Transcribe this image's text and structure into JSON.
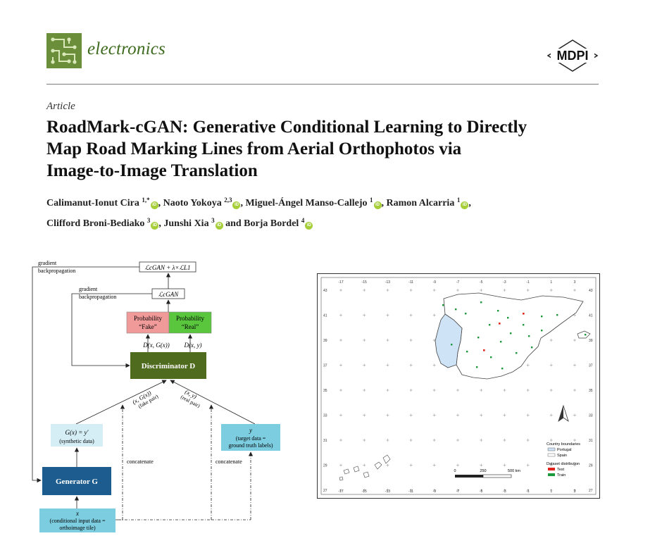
{
  "journal": {
    "name": "electronics",
    "publisher": "MDPI"
  },
  "article_type": "Article",
  "title_lines": [
    "RoadMark-cGAN: Generative Conditional Learning to Directly",
    "Map Road Marking Lines from Aerial Orthophotos via",
    "Image-to-Image Translation"
  ],
  "authors": [
    {
      "name": "Calimanut-Ionut Cira",
      "sup": "1,*"
    },
    {
      "name": "Naoto Yokoya",
      "sup": "2,3"
    },
    {
      "name": "Miguel-Ángel Manso-Callejo",
      "sup": "1"
    },
    {
      "name": "Ramon Alcarria",
      "sup": "1"
    },
    {
      "name": "Clifford Broni-Bediako",
      "sup": "3"
    },
    {
      "name": "Junshi Xia",
      "sup": "3"
    },
    {
      "name": "Borja Bordel",
      "sup": "4"
    }
  ],
  "author_joiners": {
    "comma": ",",
    "and": "and"
  },
  "orcid_label": "iD",
  "diagram": {
    "loss_total": "ℒcGAN + λ×ℒL1",
    "loss_cgan": "ℒcGAN",
    "gradient_1": "gradient",
    "backprop_1": "backpropagation",
    "gradient_2": "gradient",
    "backprop_2": "backpropagation",
    "prob_fake": [
      "Probability",
      "“Fake”"
    ],
    "prob_real": [
      "Probability",
      "“Real”"
    ],
    "d_fake": "D(x, G(x))",
    "d_real": "D(x, y)",
    "discriminator": "Discriminator D",
    "fake_pair": [
      "(x, G(x))",
      "(fake pair)"
    ],
    "real_pair": [
      "(x, y)",
      "(real pair)"
    ],
    "gx": [
      "G(x) = y′",
      "(synthetic data)"
    ],
    "y_box": [
      "y",
      "(target data =",
      "ground truth labels)"
    ],
    "concat_1": "concatenate",
    "concat_2": "concatenate",
    "generator": "Generator G",
    "x_box": [
      "x",
      "(conditional input data =",
      "orthoimage tile)"
    ],
    "colors": {
      "green": "#4e6b1e",
      "blue": "#1d5c8e",
      "light_blue": "#7dcde0",
      "pale_blue": "#d5eef6",
      "fake": "#f19a9a",
      "real": "#59c63d"
    }
  },
  "map": {
    "lon_ticks": [
      "-17",
      "-15",
      "-13",
      "-11",
      "-9",
      "-7",
      "-5",
      "-3",
      "-1",
      "1",
      "3"
    ],
    "lat_ticks": [
      "43",
      "41",
      "39",
      "37",
      "35",
      "33",
      "31",
      "29",
      "27"
    ],
    "legend": {
      "boundaries_title": "Country boundaries",
      "portugal": "Portugal",
      "spain": "Spain",
      "distribution_title": "Dataset distribution",
      "test": "Test",
      "train": "Train"
    },
    "scalebar": [
      "0",
      "250",
      "500 km"
    ],
    "colors": {
      "portugal": "#cfe3f7",
      "test": "#e0231c",
      "train": "#1a9a3c"
    }
  }
}
